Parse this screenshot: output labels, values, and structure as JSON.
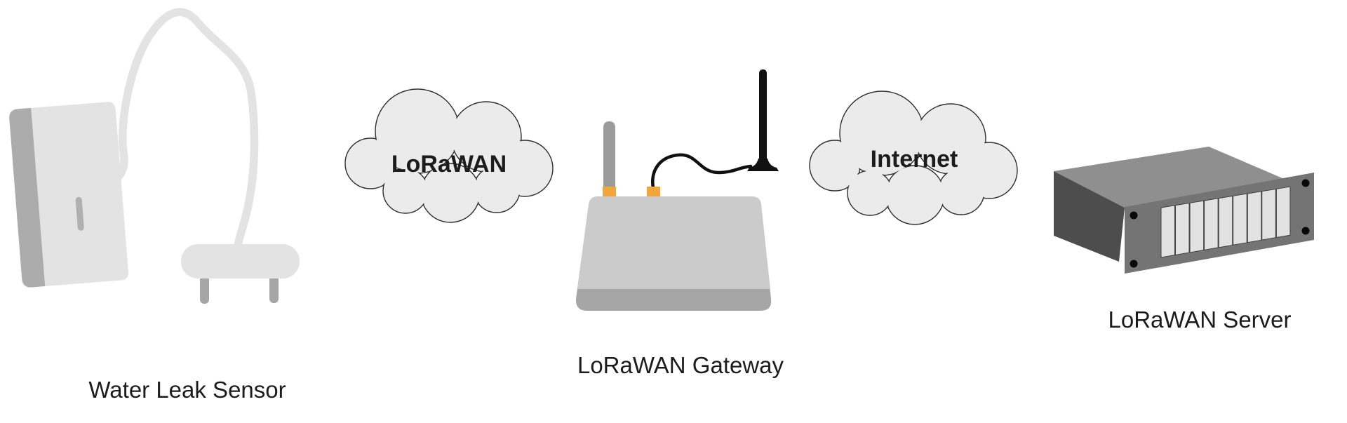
{
  "diagram": {
    "type": "network-architecture",
    "nodes": [
      {
        "id": "water-leak-sensor",
        "label": "Water Leak Sensor"
      },
      {
        "id": "lorawan-cloud",
        "label": "LoRaWAN"
      },
      {
        "id": "lorawan-gateway",
        "label": "LoRaWAN Gateway"
      },
      {
        "id": "internet-cloud",
        "label": "Internet"
      },
      {
        "id": "lorawan-server",
        "label": "LoRaWAN Server"
      }
    ],
    "server_drive_bay_count": 9,
    "colors": {
      "cloud_fill": "#ebebeb",
      "cloud_outline": "#2e2e2e",
      "device_light_gray": "#e3e3e3",
      "device_mid_gray": "#a6a6a6",
      "antenna_gray": "#9b9b9b",
      "connector_orange": "#f0a63c",
      "antenna_black": "#111111",
      "server_top": "#8f8f8f",
      "server_side": "#4d4d4d",
      "server_panel": "#747474",
      "server_bay": "#e2e2e2",
      "label_text": "#1c1c1c"
    }
  }
}
